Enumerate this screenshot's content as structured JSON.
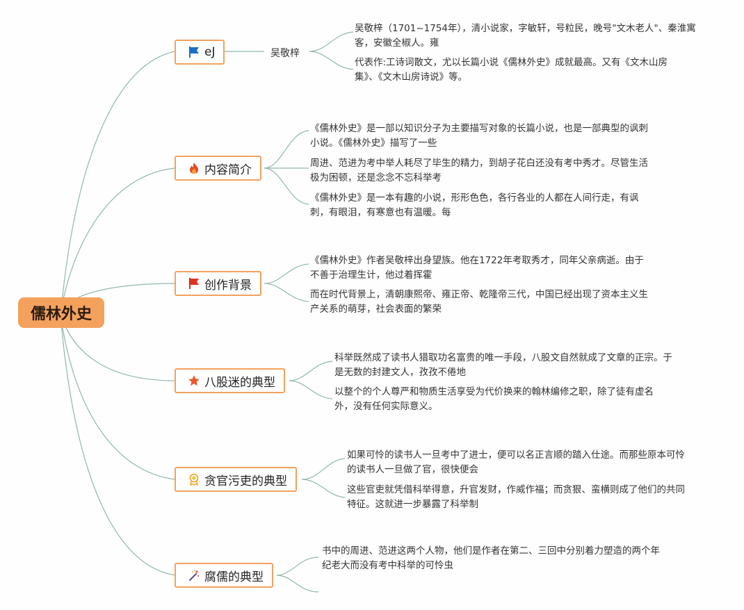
{
  "root": {
    "title": "儒林外史"
  },
  "branches": [
    {
      "label": "eJ",
      "icon": "blue-flag-icon",
      "sub": "吴敬梓",
      "leaves": [
        "吴敬梓（1701~1754年），清小说家，字敏轩，号粒民，晚号\"文木老人\"、秦淮寓客，安徽全椒人。雍",
        "代表作:工诗词散文，尤以长篇小说《儒林外史》成就最高。又有《文木山房集》、《文木山房诗说》等。"
      ]
    },
    {
      "label": "内容简介",
      "icon": "fire-icon",
      "leaves": [
        "《儒林外史》是一部以知识分子为主要描写对象的长篇小说，也是一部典型的讽刺小说。《儒林外史》描写了一些",
        "周进、范进为考中举人耗尽了毕生的精力，到胡子花白还没有考中秀才。尽管生活极为困顿，还是念念不忘科举考",
        "《儒林外史》是一本有趣的小说，形形色色，各行各业的人都在人间行走，有讽刺，有眼泪，有寒意也有温暖。每"
      ]
    },
    {
      "label": "创作背景",
      "icon": "red-flag-icon",
      "leaves": [
        "《儒林外史》作者吴敬梓出身望族。他在1722年考取秀才，同年父亲病逝。由于不善于治理生计，他过着挥霍",
        "而在时代背景上，清朝康熙帝、雍正帝、乾隆帝三代，中国已经出现了资本主义生产关系的萌芽，社会表面的繁荣"
      ]
    },
    {
      "label": "八股迷的典型",
      "icon": "star-icon",
      "leaves": [
        "科举既然成了读书人猎取功名富贵的唯一手段，八股文自然就成了文章的正宗。于是无数的封建文人，孜孜不倦地",
        "以整个的个人尊严和物质生活享受为代价换来的翰林编修之职，除了徒有虚名外，没有任何实际意义。"
      ]
    },
    {
      "label": "贪官污吏的典型",
      "icon": "award-ribbon-icon",
      "leaves": [
        "如果可怜的读书人一旦考中了进士，便可以名正言顺的踏入仕途。而那些原本可怜的读书人一旦做了官，很快便会",
        "这些官吏就凭借科举得意，升官发财，作威作福；而贪狠、蛮横则成了他们的共同特征。这就进一步暴露了科举制"
      ]
    },
    {
      "label": "腐儒的典型",
      "icon": "magic-wand-icon",
      "leaves": [
        "书中的周进、范进这两个人物，他们是作者在第二、三回中分别着力塑造的两个年纪老大而没有考中科举的可怜虫"
      ]
    }
  ],
  "colors": {
    "accent": "#f4a15e",
    "line": "#8fb8a8"
  }
}
